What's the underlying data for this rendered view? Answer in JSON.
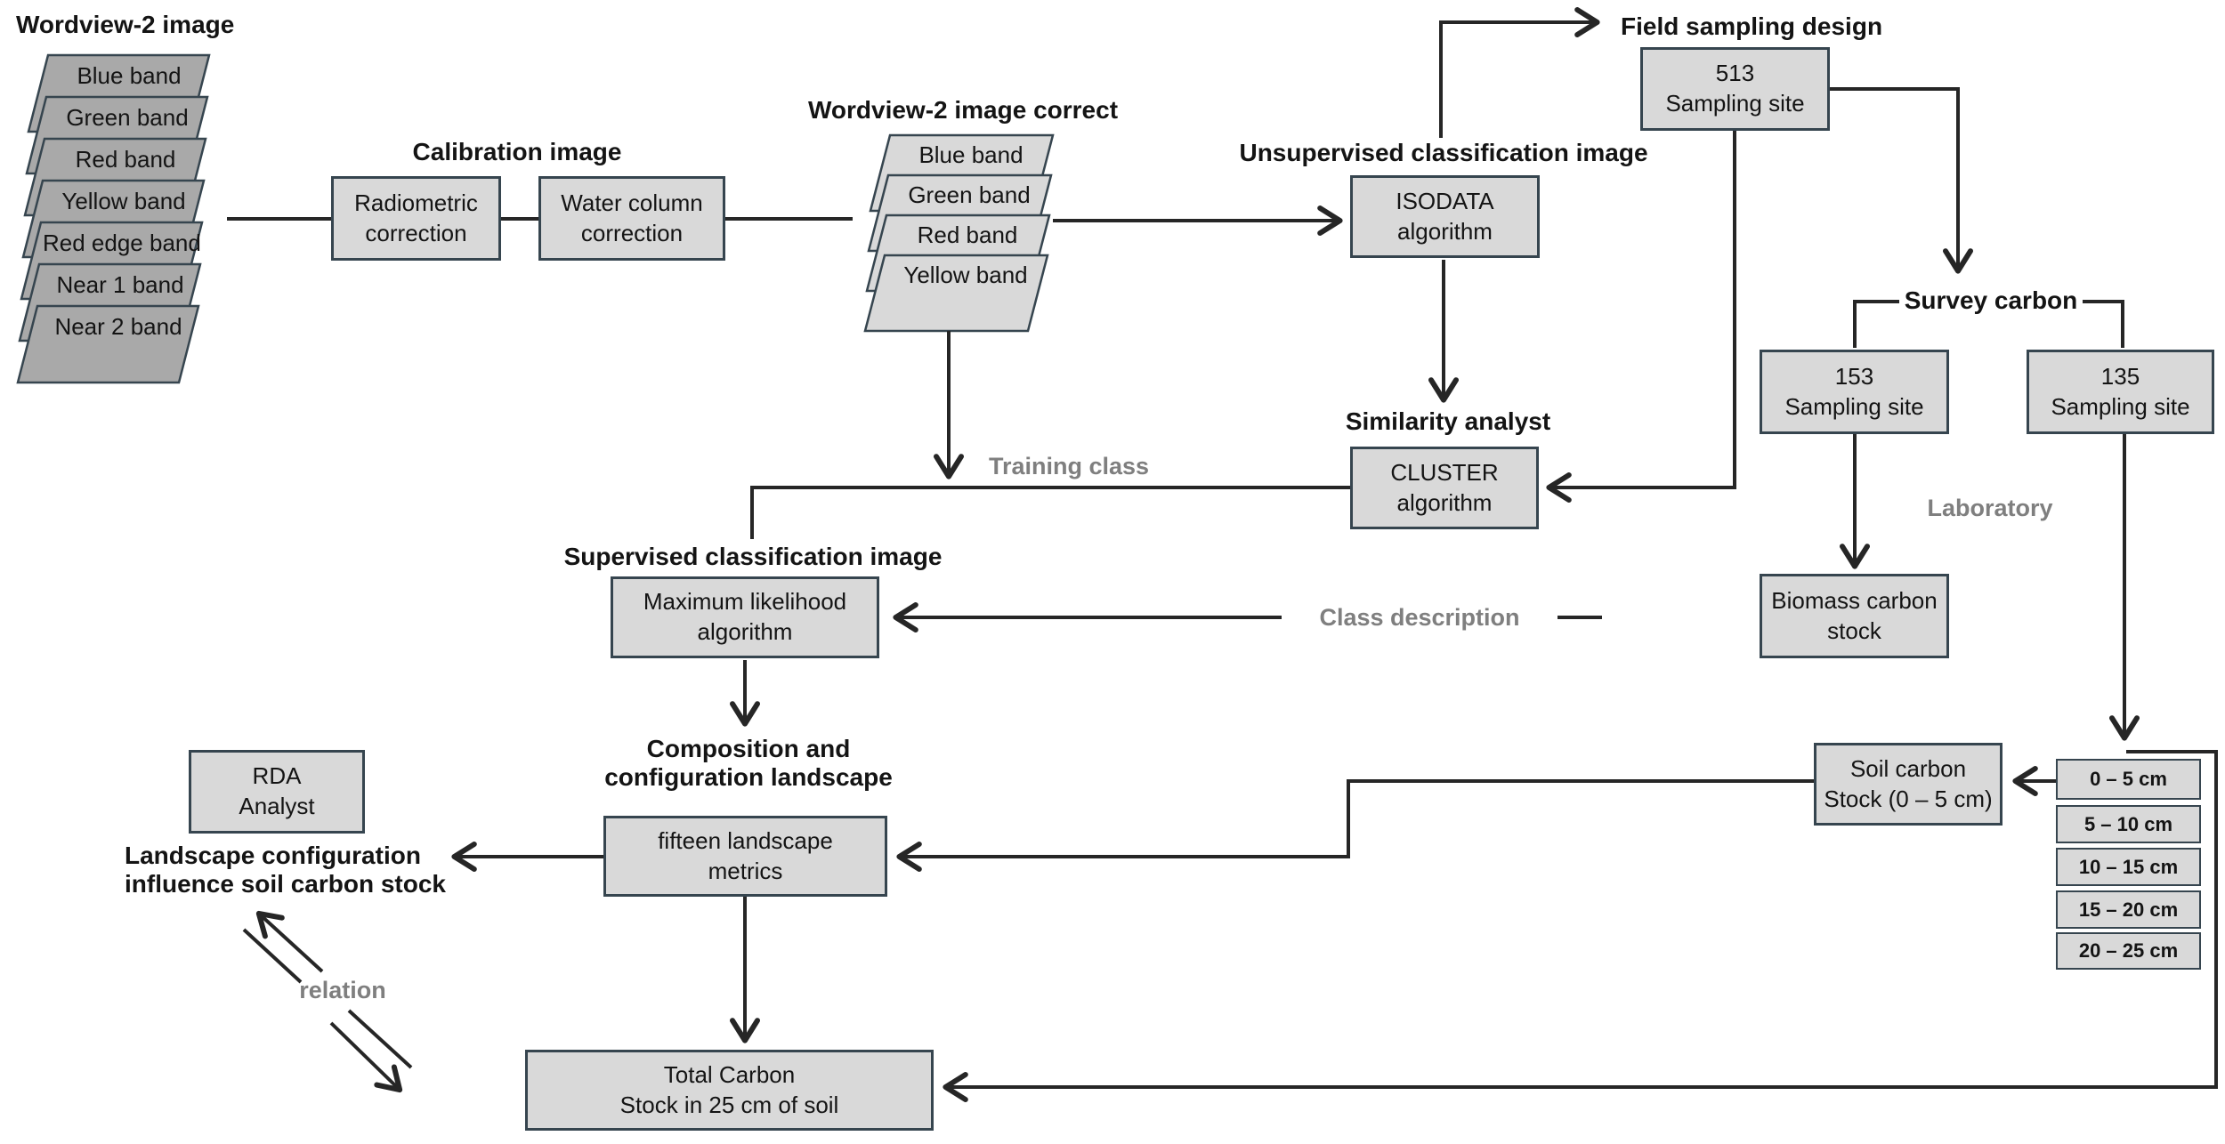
{
  "palette": {
    "box_fill": "#d9d9d9",
    "dark_band_fill": "#a9a9a9",
    "border": "#36454f",
    "line": "#262626",
    "gray_label": "#7f7f7f"
  },
  "stack1": {
    "title": "Wordview-2 image",
    "bands": [
      "Blue band",
      "Green band",
      "Red band",
      "Yellow band",
      "Red edge band",
      "Near 1 band",
      "Near 2 band"
    ]
  },
  "stack2": {
    "title": "Wordview-2 image correct",
    "bands": [
      "Blue band",
      "Green band",
      "Red band",
      "Yellow band"
    ]
  },
  "titles": {
    "calibration": "Calibration image",
    "unsupervised": "Unsupervised classification image",
    "field_sampling": "Field sampling design",
    "survey_carbon": "Survey carbon",
    "similarity": "Similarity analyst",
    "supervised": "Supervised classification image",
    "composition_line1": "Composition and",
    "composition_line2": "configuration landscape",
    "landscape_line1": "Landscape configuration",
    "landscape_line2": "influence soil carbon stock"
  },
  "gray_labels": {
    "training_class": "Training class",
    "laboratory": "Laboratory",
    "class_description": "Class description",
    "relation": "relation"
  },
  "boxes": {
    "radiometric": {
      "line1": "Radiometric",
      "line2": "correction"
    },
    "water_column": {
      "line1": "Water column",
      "line2": "correction"
    },
    "isodata": {
      "line1": "ISODATA",
      "line2": "algorithm"
    },
    "sampling_513": {
      "line1": "513",
      "line2": "Sampling site"
    },
    "sampling_153": {
      "line1": "153",
      "line2": "Sampling site"
    },
    "sampling_135": {
      "line1": "135",
      "line2": "Sampling site"
    },
    "cluster": {
      "line1": "CLUSTER",
      "line2": "algorithm"
    },
    "max_likelihood": {
      "line1": "Maximum likelihood",
      "line2": "algorithm"
    },
    "biomass": {
      "line1": "Biomass carbon",
      "line2": "stock"
    },
    "soil_carbon": {
      "line1": "Soil carbon",
      "line2": "Stock (0 – 5 cm)"
    },
    "metrics": {
      "line1": "fifteen landscape",
      "line2": "metrics"
    },
    "rda": {
      "line1": "RDA",
      "line2": "Analyst"
    },
    "total": {
      "line1": "Total Carbon",
      "line2": "Stock in 25 cm of soil"
    }
  },
  "depth_boxes": [
    "0 – 5 cm",
    "5 – 10 cm",
    "10 – 15 cm",
    "15 – 20 cm",
    "20 – 25 cm"
  ]
}
